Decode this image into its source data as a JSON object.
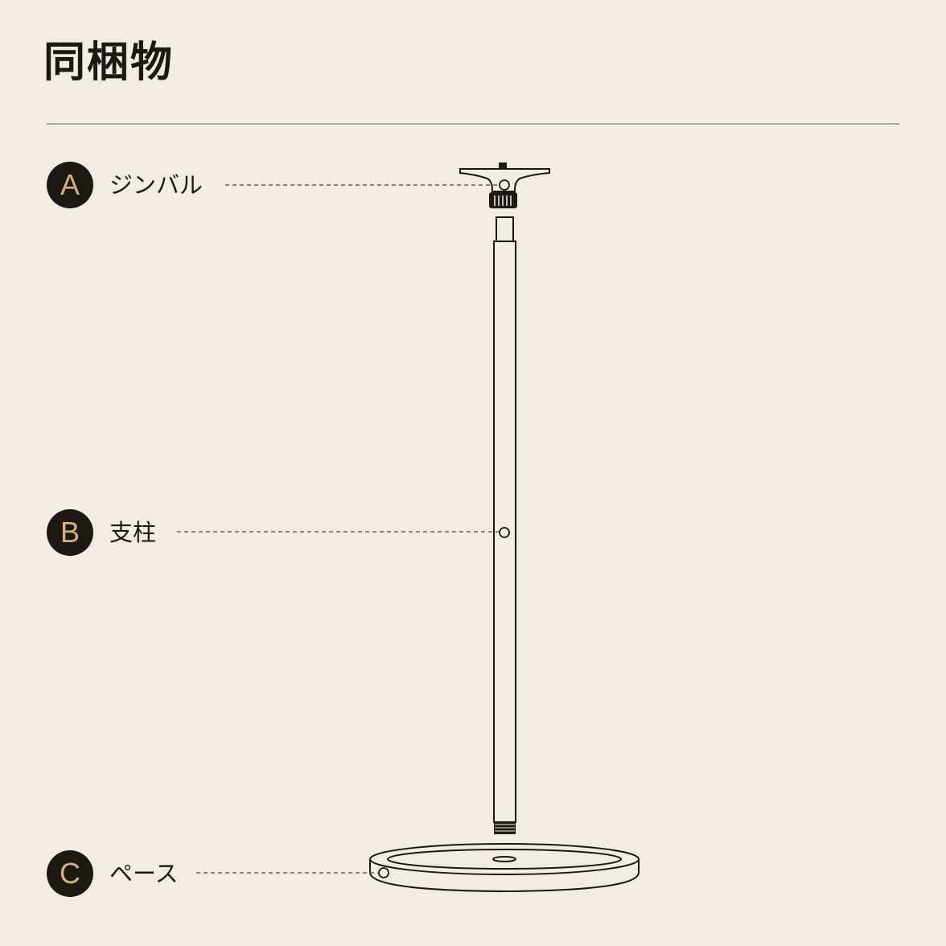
{
  "title": "同梱物",
  "items": [
    {
      "badge": "A",
      "label": "ジンバル"
    },
    {
      "badge": "B",
      "label": "支柱"
    },
    {
      "badge": "C",
      "label": "ペース"
    }
  ],
  "colors": {
    "background": "#f2ece3",
    "ink": "#1e1814",
    "badge_text": "#d8b07c",
    "rule": "#a8aa9b"
  }
}
